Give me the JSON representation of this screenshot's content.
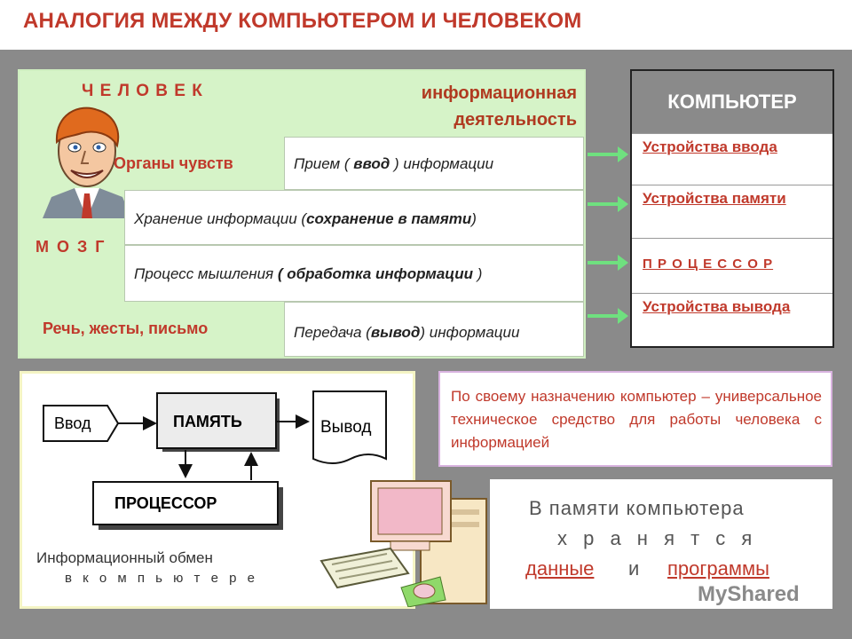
{
  "title": "АНАЛОГИЯ МЕЖДУ КОМПЬЮТЕРОМ И ЧЕЛОВЕКОМ",
  "human": {
    "header": "Ч Е Л О В Е К",
    "activity": "информационная деятельность",
    "senses": "Органы чувств",
    "senses_desc_pre": "Прием ( ",
    "senses_desc_bold": "ввод",
    "senses_desc_post": " ) информации",
    "brain": "М О З Г",
    "storage_pre": "Хранение информации (",
    "storage_bold": "сохранение в памяти",
    "storage_post": ")",
    "thinking_pre": "Процесс мышления ",
    "thinking_bold": "( обработка информации",
    "thinking_post": " )",
    "speech": "Речь, жесты, письмо",
    "transfer_pre": "Передача (",
    "transfer_bold": "вывод",
    "transfer_post": ") информации"
  },
  "computer": {
    "header": "КОМПЬЮТЕР",
    "items": [
      {
        "label": "Устройства ввода"
      },
      {
        "label": "Устройства памяти"
      },
      {
        "label": "П Р О Ц Е С С О Р"
      },
      {
        "label": "Устройства вывода"
      }
    ]
  },
  "diagram": {
    "input": "Ввод",
    "memory": "ПАМЯТЬ",
    "output": "Вывод",
    "processor": "ПРОЦЕССОР",
    "caption1": "Информационный обмен",
    "caption2": "в к о м п ь ю т е р е"
  },
  "purpose": "По своему назначению компьютер – универсальное техническое средство для работы человека с информацией",
  "memory_note": {
    "line1": "В памяти компьютера",
    "line2": "х р а н я т с я",
    "data": "данные",
    "and": "и",
    "programs": "программы"
  },
  "watermark": "MyShared",
  "colors": {
    "accent_red": "#c0392b",
    "panel_green": "#d6f3c8",
    "arrow_green": "#6fe07f",
    "background_gray": "#8a8a8a"
  }
}
